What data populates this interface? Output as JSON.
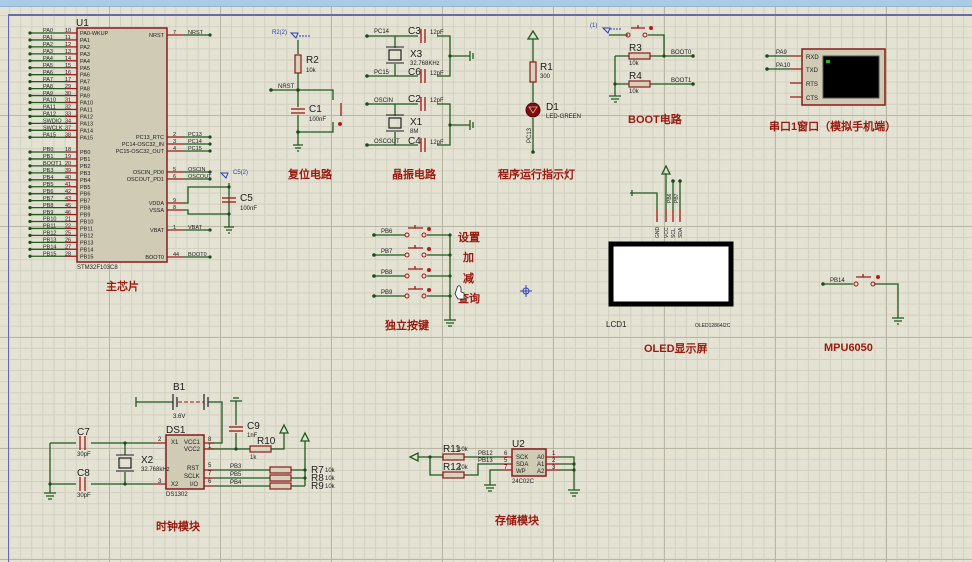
{
  "app": {
    "window": "Proteus ISIS schematic editor"
  },
  "mcu": {
    "ref": "U1",
    "part": "STM32F103C8",
    "left_pins": [
      {
        "net": "PA0",
        "num": "10",
        "name": "PA0-WKUP"
      },
      {
        "net": "PA1",
        "num": "11",
        "name": "PA1"
      },
      {
        "net": "PA2",
        "num": "12",
        "name": "PA2"
      },
      {
        "net": "PA3",
        "num": "13",
        "name": "PA3"
      },
      {
        "net": "PA4",
        "num": "14",
        "name": "PA4"
      },
      {
        "net": "PA5",
        "num": "15",
        "name": "PA5"
      },
      {
        "net": "PA6",
        "num": "16",
        "name": "PA6"
      },
      {
        "net": "PA7",
        "num": "17",
        "name": "PA7"
      },
      {
        "net": "PA8",
        "num": "29",
        "name": "PA8"
      },
      {
        "net": "PA9",
        "num": "30",
        "name": "PA9"
      },
      {
        "net": "PA10",
        "num": "31",
        "name": "PA10"
      },
      {
        "net": "PA11",
        "num": "32",
        "name": "PA11"
      },
      {
        "net": "PA12",
        "num": "33",
        "name": "PA12"
      },
      {
        "net": "SWDIO",
        "num": "34",
        "name": "PA13"
      },
      {
        "net": "SWCLK",
        "num": "37",
        "name": "PA14"
      },
      {
        "net": "PA15",
        "num": "38",
        "name": "PA15"
      },
      {
        "net": "PB0",
        "num": "18",
        "name": "PB0"
      },
      {
        "net": "PB1",
        "num": "19",
        "name": "PB1"
      },
      {
        "net": "BOOT1",
        "num": "20",
        "name": "PB2"
      },
      {
        "net": "PB3",
        "num": "39",
        "name": "PB3"
      },
      {
        "net": "PB4",
        "num": "40",
        "name": "PB4"
      },
      {
        "net": "PB5",
        "num": "41",
        "name": "PB5"
      },
      {
        "net": "PB6",
        "num": "42",
        "name": "PB6"
      },
      {
        "net": "PB7",
        "num": "43",
        "name": "PB7"
      },
      {
        "net": "PB8",
        "num": "45",
        "name": "PB8"
      },
      {
        "net": "PB9",
        "num": "46",
        "name": "PB9"
      },
      {
        "net": "PB10",
        "num": "21",
        "name": "PB10"
      },
      {
        "net": "PB11",
        "num": "22",
        "name": "PB11"
      },
      {
        "net": "PB12",
        "num": "25",
        "name": "PB12"
      },
      {
        "net": "PB13",
        "num": "26",
        "name": "PB13"
      },
      {
        "net": "PB14",
        "num": "27",
        "name": "PB14"
      },
      {
        "net": "PB15",
        "num": "28",
        "name": "PB15"
      }
    ],
    "right_pins": [
      {
        "net": "NRST",
        "num": "7",
        "name": "NRST"
      },
      {
        "net": "PC13",
        "num": "2",
        "name": "PC13_RTC"
      },
      {
        "net": "PC14",
        "num": "3",
        "name": "PC14-OSC32_IN"
      },
      {
        "net": "PC15",
        "num": "4",
        "name": "PC15-OSC32_OUT"
      },
      {
        "net": "OSCIN",
        "num": "5",
        "name": "OSCIN_PD0"
      },
      {
        "net": "OSCOUT",
        "num": "6",
        "name": "OSCOUT_PD1"
      },
      {
        "net": "",
        "num": "9",
        "name": "VDDA"
      },
      {
        "net": "",
        "num": "8",
        "name": "VSSA"
      },
      {
        "net": "VBAT",
        "num": "1",
        "name": "VBAT"
      },
      {
        "net": "BOOT0",
        "num": "44",
        "name": "BOOT0"
      }
    ],
    "c5": {
      "ref": "C5",
      "value": "100nF",
      "probe": "C5(2)"
    },
    "title": "主芯片"
  },
  "reset": {
    "probe": "R2(2)",
    "r2": {
      "ref": "R2",
      "value": "10k"
    },
    "c1": {
      "ref": "C1",
      "value": "100nF"
    },
    "net": "NRST",
    "title": "复位电路"
  },
  "crystal": {
    "c3": {
      "ref": "C3",
      "value": "12pF"
    },
    "c6": {
      "ref": "C6",
      "value": "12pF"
    },
    "x3": {
      "ref": "X3",
      "value": "32.768KHz"
    },
    "c2": {
      "ref": "C2",
      "value": "12pF"
    },
    "c4": {
      "ref": "C4",
      "value": "12pF"
    },
    "x1": {
      "ref": "X1",
      "value": "8M"
    },
    "nets": [
      "PC14",
      "PC15",
      "OSCIN",
      "OSCOUT"
    ],
    "title": "晶振电路"
  },
  "led": {
    "r1": {
      "ref": "R1",
      "value": "300"
    },
    "d1": {
      "ref": "D1",
      "value": "LED-GREEN"
    },
    "net": "PC13",
    "title": "程序运行指示灯"
  },
  "boot": {
    "probe": "(1)",
    "r3": {
      "ref": "R3",
      "value": "10k"
    },
    "r4": {
      "ref": "R4",
      "value": "10k"
    },
    "nets": [
      "BOOT0",
      "BOOT1"
    ],
    "title": "BOOT电路"
  },
  "uart": {
    "pins": [
      "RXD",
      "TXD",
      "RTS",
      "CTS"
    ],
    "nets": [
      "PA9",
      "PA10"
    ],
    "title": "串口1窗口（模拟手机端）"
  },
  "keys": {
    "nets": [
      "PB6",
      "PB7",
      "PB8",
      "PB9"
    ],
    "labels": [
      "设置",
      "加",
      "减",
      "查询"
    ],
    "title": "独立按键"
  },
  "oled": {
    "ref": "LCD1",
    "part": "OLED12864I2C",
    "pins": [
      "GND",
      "VCC",
      "SCL",
      "SDA"
    ],
    "nets": [
      "PB6",
      "PB7"
    ],
    "title": "OLED显示屏"
  },
  "mpu": {
    "net": "PB14",
    "title": "MPU6050"
  },
  "clock": {
    "b1": {
      "ref": "B1",
      "value": "3.6V"
    },
    "c9": {
      "ref": "C9",
      "value": "1nF"
    },
    "r10": {
      "ref": "R10",
      "value": "1k"
    },
    "c7": {
      "ref": "C7",
      "value": "30pF"
    },
    "c8": {
      "ref": "C8",
      "value": "30pF"
    },
    "x2": {
      "ref": "X2",
      "value": "32.768kHz"
    },
    "ds1": {
      "ref": "DS1",
      "part": "DS1302",
      "pins": [
        {
          "num": "2",
          "name": "X1"
        },
        {
          "num": "8",
          "name": "VCC1"
        },
        {
          "num": "1",
          "name": "VCC2"
        },
        {
          "num": "5",
          "name": "RST"
        },
        {
          "num": "7",
          "name": "SCLK"
        },
        {
          "num": "6",
          "name": "I/O"
        },
        {
          "num": "3",
          "name": "X2"
        }
      ]
    },
    "nets": [
      "PB3",
      "PB5",
      "PB4"
    ],
    "pullups": [
      {
        "ref": "R7",
        "value": "10k"
      },
      {
        "ref": "R8",
        "value": "10k"
      },
      {
        "ref": "R9",
        "value": "10k"
      }
    ],
    "title": "时钟模块"
  },
  "eeprom": {
    "u2": {
      "ref": "U2",
      "part": "24C02C",
      "left": [
        {
          "num": "6",
          "name": "SCK"
        },
        {
          "num": "5",
          "name": "SDA"
        },
        {
          "num": "7",
          "name": "WP"
        }
      ],
      "right": [
        {
          "num": "1",
          "name": "A0"
        },
        {
          "num": "2",
          "name": "A1"
        },
        {
          "num": "3",
          "name": "A2"
        }
      ]
    },
    "r11": {
      "ref": "R11",
      "value": "10k"
    },
    "r12": {
      "ref": "R12",
      "value": "10k"
    },
    "nets": [
      "PB12",
      "PB13"
    ],
    "title": "存储模块"
  }
}
